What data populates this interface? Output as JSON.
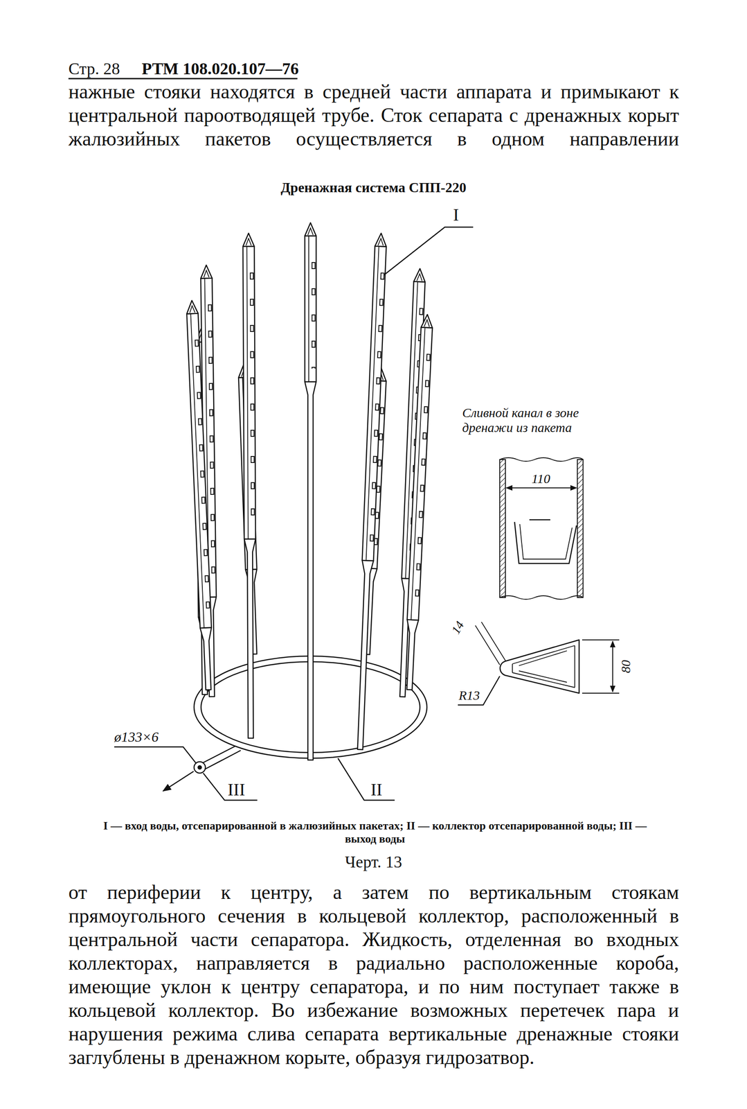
{
  "diagram": {
    "title": "Дренажная система СПП-220",
    "caption": "I — вход воды, отсепарированной в жалюзийных пакетах; II — коллектор отсепарированной воды; III — выход воды",
    "labels": [
      "Стр. 28",
      "РТМ 108.020.107—76",
      "нажные стояки находятся в средней части аппарата и примыкают к центральной пароотводящей трубе. Сток сепарата с дренажных корыт жалюзийных пакетов осуществляется в одном направлении",
      "I",
      "Сливной канал в зоне дренажи из пакета",
      "110",
      "14",
      "80",
      "R13",
      "ø133×6",
      "III",
      "II",
      "от периферии к центру, а затем по вертикальным стоякам прямоугольного сечения в кольцевой коллектор, расположенный в центральной части сепаратора. Жидкость, отделенная во входных коллекторах, направляется в радиально расположенные короба, имеющие уклон к центру сепаратора, и по ним поступает также в кольцевой коллектор. Во избежание возможных перетечек пара и нарушения режима слива сепарата вертикальные дренажные стояки заглублены в дренажном корыте, образуя гидрозатвор.",
      "Черт. 13"
    ]
  }
}
